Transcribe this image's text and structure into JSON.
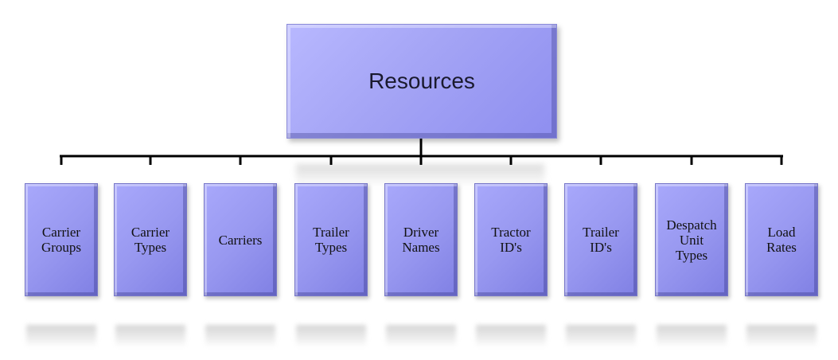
{
  "root": {
    "label": "Resources"
  },
  "children": [
    {
      "label": "Carrier\nGroups"
    },
    {
      "label": "Carrier\nTypes"
    },
    {
      "label": "Carriers"
    },
    {
      "label": "Trailer\nTypes"
    },
    {
      "label": "Driver\nNames"
    },
    {
      "label": "Tractor\nID's"
    },
    {
      "label": "Trailer\nID's"
    },
    {
      "label": "Despatch\nUnit\nTypes"
    },
    {
      "label": "Load\nRates"
    }
  ],
  "colors": {
    "box_fill": "#9d9df2",
    "line": "#000000"
  }
}
